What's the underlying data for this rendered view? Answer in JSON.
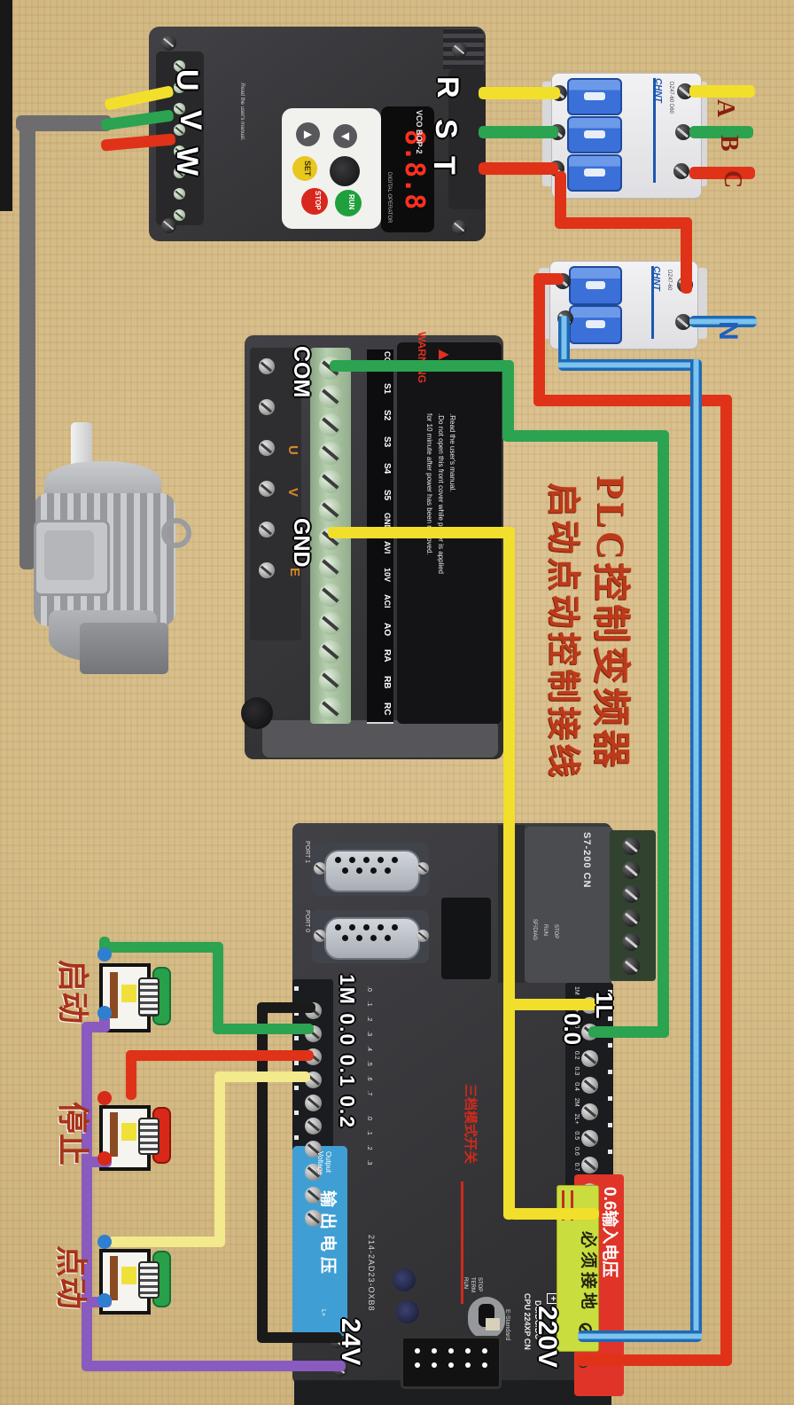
{
  "title": {
    "main": "PLC控制变频器",
    "sub": "启动点动控制接线"
  },
  "colors": {
    "wire_yellow": "#f2df2c",
    "wire_green": "#2ba350",
    "wire_red": "#e03218",
    "wire_blue": "#2f85d0",
    "wire_purple": "#8a5bbf",
    "wire_black": "#1a1a1a",
    "title_red": "#bc3a1a",
    "label_white": "#ffffff",
    "ground_label_bg": "#cadd3e",
    "power_strip_bg": "#e03428",
    "output_label_bg": "#3f9fd4"
  },
  "vfd": {
    "display": "8.8.8",
    "model": "VCO BOP-2",
    "operator": "DIGITAL OPERATOR",
    "btn_set": "SET",
    "btn_stop": "STOP",
    "btn_run": "RUN",
    "in_labels": [
      "R",
      "S",
      "T"
    ],
    "out_labels": [
      "U",
      "V",
      "W"
    ],
    "warn_small": ".Read the user's manual.",
    "warning": "WARNING",
    "warning_icon": "▲",
    "warning_text": ".Read the user's manual.\n.Do not open this front cover while power is applied\nfor 10 minute after power has been removed.",
    "com": "COM",
    "gnd": "GND",
    "u": "U",
    "v": "V",
    "e": "E",
    "terminals": [
      "COM",
      "S1",
      "S2",
      "S3",
      "S4",
      "S5",
      "GND",
      "AVI",
      "10V",
      "ACI",
      "AO",
      "RA",
      "RB",
      "RC"
    ]
  },
  "breaker3p": {
    "brand": "CHNT",
    "model": "DZ47-60 D60",
    "a": "A",
    "b": "B",
    "c": "C"
  },
  "breaker2p": {
    "brand": "CHNT",
    "model": "DZ47-60",
    "n": "N"
  },
  "plc": {
    "model": "S7-200 CN",
    "port1": "PORT 1",
    "port0": "PORT 0",
    "led1": "SF/DIAG",
    "led2": "RUN",
    "led3": "STOP",
    "big_input": "1M 0.0 0.1 0.2",
    "input_ticks": ".0 .1 .2 .3 .4 .5 .6 .7  .0 .1 .2 .3",
    "out_row": "1M 1L+ 0.0 0.1 0.2 0.3 0.4 2M 2L+ 0.5 0.6 0.7 1.0 1.1",
    "l1": "1L",
    "q00": "0.0",
    "switch_note": "三档模式开关",
    "sw_run": "RUN",
    "sw_term": "TERM",
    "sw_stop": "STOP",
    "order": "214-2AD23-OXB8",
    "cpu": "CPU 224XP CN",
    "pwr": "DC/DC/DC",
    "estd": "E-Standard",
    "v24": "24V",
    "v220": "220V",
    "plus": "+",
    "ov_en": "Output\nVoltage",
    "ov_cn": "输出电压",
    "lp": "L+",
    "m": "M",
    "ground": "必须接地",
    "gsym": "⊘",
    "vin": "0.6输入电压"
  },
  "buttons": {
    "start": "启动",
    "stop": "停止",
    "jog": "点动"
  }
}
